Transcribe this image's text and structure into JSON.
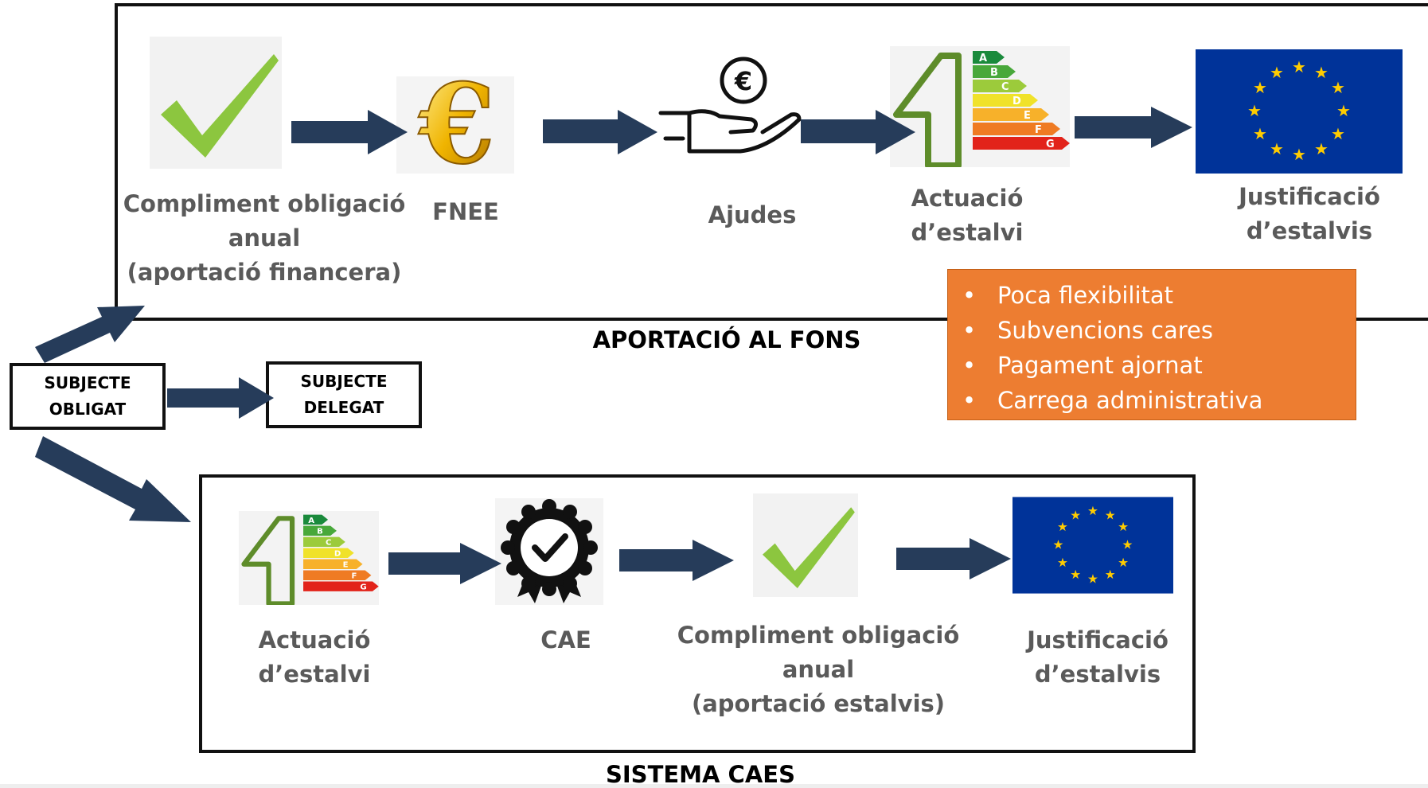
{
  "top_flow": {
    "title": "APORTACIÓ AL FONS",
    "steps": [
      {
        "label_lines": [
          "Compliment obligació",
          "anual",
          "(aportació financera)"
        ],
        "icon": "checkmark-icon"
      },
      {
        "label_lines": [
          "FNEE"
        ],
        "icon": "euro-coin-icon"
      },
      {
        "label_lines": [
          "Ajudes"
        ],
        "icon": "hand-euro-icon"
      },
      {
        "label_lines": [
          "Actuació",
          "d’estalvi"
        ],
        "icon": "energy-label-house-icon"
      },
      {
        "label_lines": [
          "Justificació",
          "d’estalvis"
        ],
        "icon": "eu-flag-icon"
      }
    ]
  },
  "bottom_flow": {
    "title": "SISTEMA CAES",
    "steps": [
      {
        "label_lines": [
          "Actuació",
          "d’estalvi"
        ],
        "icon": "energy-label-house-icon"
      },
      {
        "label_lines": [
          "CAE"
        ],
        "icon": "certificate-badge-icon"
      },
      {
        "label_lines": [
          "Compliment obligació",
          "anual",
          "(aportació estalvis)"
        ],
        "icon": "checkmark-icon"
      },
      {
        "label_lines": [
          "Justificació",
          "d’estalvis"
        ],
        "icon": "eu-flag-icon"
      }
    ]
  },
  "nodes": {
    "obligat": [
      "SUBJECTE",
      "OBLIGAT"
    ],
    "delegat": [
      "SUBJECTE",
      "DELEGAT"
    ]
  },
  "drawbacks": [
    "Poca flexibilitat",
    "Subvencions cares",
    "Pagament ajornat",
    "Carrega administrativa"
  ],
  "energy_classes": [
    "A",
    "B",
    "C",
    "D",
    "E",
    "F",
    "G"
  ],
  "colors": {
    "arrow": "#263c5a",
    "check": "#8cc63f",
    "eu_blue": "#003399",
    "eu_star": "#ffcc00",
    "note_bg": "#ed7d31",
    "label_text": "#5a5a5a"
  }
}
